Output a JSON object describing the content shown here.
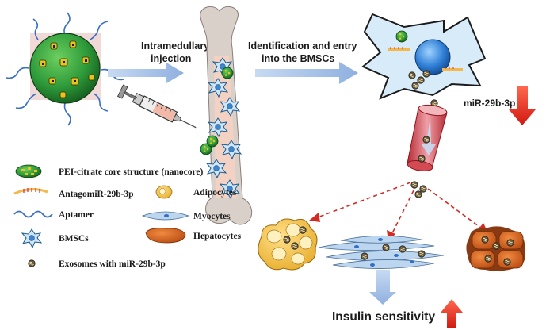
{
  "steps": {
    "intramedullary_line1": "Intramedullary",
    "intramedullary_line2": "injection",
    "identification_line1": "Identification and entry",
    "identification_line2": "into the  BMSCs"
  },
  "mirna_label": "miR-29b-3p",
  "outcome_label": "Insulin sensitivity",
  "legend": {
    "nanocore": "PEI-citrate core structure (nanocore)",
    "antagomir": "AntagomiR-29b-3p",
    "aptamer": "Aptamer",
    "bmscs": "BMSCs",
    "exosomes": "Exosomes with miR-29b-3p",
    "adipocytes": "Adipocytes",
    "myocytes": "Myocytes",
    "hepatocytes": "Hepatocytes"
  },
  "colors": {
    "nanocore_green": "#2e9a3a",
    "aptamer_blue": "#3a6fc4",
    "arrow_blue": "#9fbde6",
    "down_arrow_red": "#e0241b",
    "dashed_red": "#d42a24",
    "adipocyte_yellow": "#f3c44a",
    "myocyte_blue": "#bcd6f0",
    "hepatocyte_orange": "#d9621f",
    "bone": "#d8cfc9",
    "marrow_pink": "#f6d2c2"
  },
  "icons": [
    "nanocore-icon",
    "syringe-icon",
    "bone-icon",
    "bmsc-cell-icon",
    "exosome-icon",
    "blood-vessel-icon",
    "up-arrow-icon",
    "down-arrow-icon"
  ]
}
